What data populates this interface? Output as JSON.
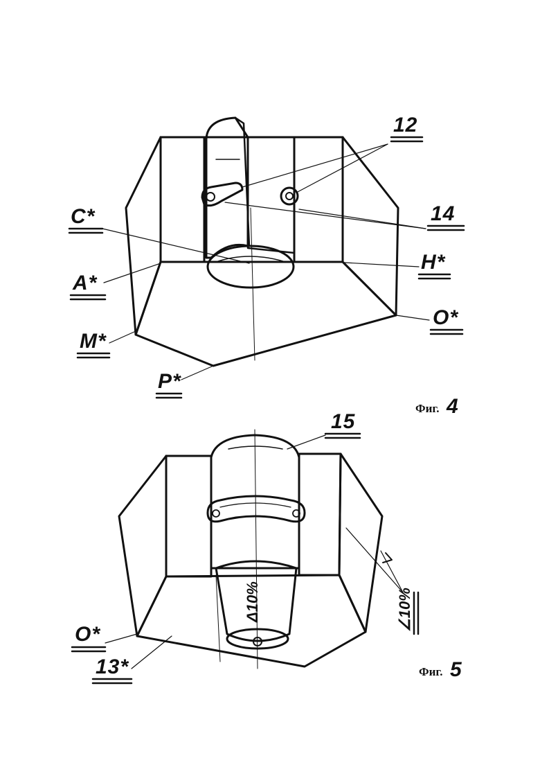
{
  "fig4": {
    "caption_word": "Фиг.",
    "caption_num": "4",
    "labels": {
      "c": "C*",
      "a": "A*",
      "m": "M*",
      "p": "P*",
      "n12": "12",
      "n14": "14",
      "h": "H*",
      "o": "O*"
    }
  },
  "fig5": {
    "caption_word": "Фиг.",
    "caption_num": "5",
    "labels": {
      "n15": "15",
      "o": "O*",
      "n13": "13*",
      "angle": "∠10%",
      "delta": "Δ10%"
    }
  }
}
